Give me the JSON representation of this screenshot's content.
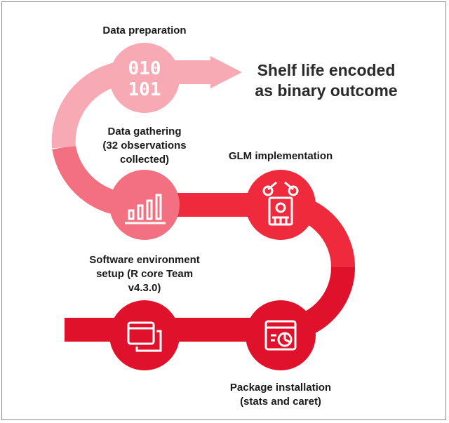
{
  "colors": {
    "light_pink": "#f7a9b4",
    "medium_pink": "#f2707f",
    "red": "#ef2a3c",
    "dark_red": "#e0112b",
    "icon_stroke": "#ffffff"
  },
  "steps": [
    {
      "id": "data-preparation",
      "label_lines": [
        "Data preparation"
      ],
      "icon": "binary-icon",
      "icon_text": [
        "010",
        "101"
      ]
    },
    {
      "id": "data-gathering",
      "label_lines": [
        "Data gathering",
        "(32 observations",
        "collected)"
      ],
      "icon": "bar-chart-icon"
    },
    {
      "id": "glm-implementation",
      "label_lines": [
        "GLM implementation"
      ],
      "icon": "gear-machine-icon"
    },
    {
      "id": "software-environment",
      "label_lines": [
        "Software environment",
        "setup (R core Team",
        "v4.3.0)"
      ],
      "icon": "windows-icon"
    },
    {
      "id": "package-installation",
      "label_lines": [
        "Package installation",
        "(stats and caret)"
      ],
      "icon": "chart-window-icon"
    }
  ],
  "outcome": {
    "lines": [
      "Shelf life encoded",
      "as binary outcome"
    ]
  }
}
